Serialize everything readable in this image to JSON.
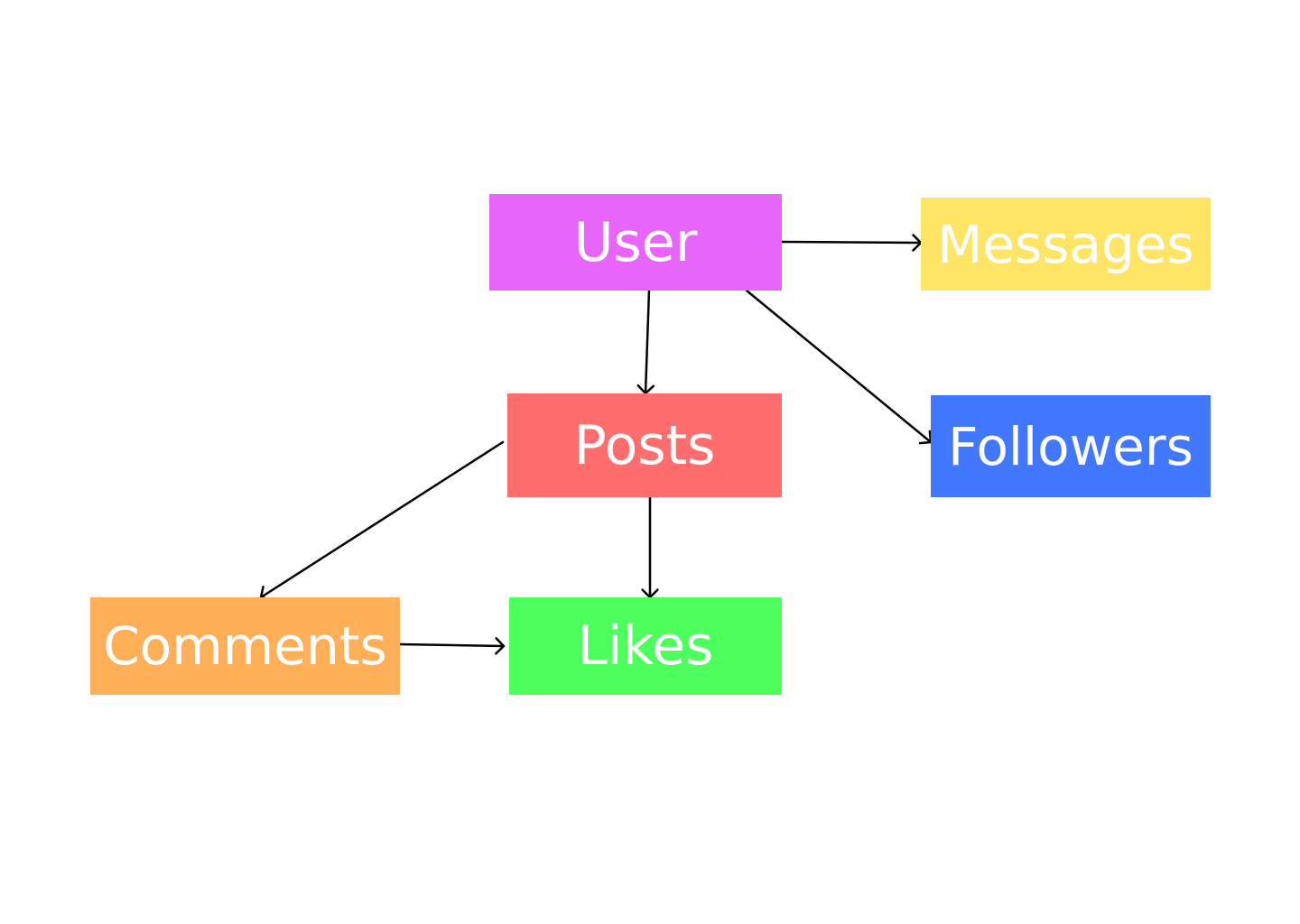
{
  "diagram": {
    "nodes": [
      {
        "id": "user",
        "label": "User",
        "color": "#E865FC"
      },
      {
        "id": "messages",
        "label": "Messages",
        "color": "#FFE566"
      },
      {
        "id": "posts",
        "label": "Posts",
        "color": "#FF6E6E"
      },
      {
        "id": "followers",
        "label": "Followers",
        "color": "#4278FF"
      },
      {
        "id": "comments",
        "label": "Comments",
        "color": "#FFAF57"
      },
      {
        "id": "likes",
        "label": "Likes",
        "color": "#4CFF5C"
      }
    ],
    "edges": [
      {
        "from": "user",
        "to": "messages"
      },
      {
        "from": "user",
        "to": "posts"
      },
      {
        "from": "user",
        "to": "followers"
      },
      {
        "from": "posts",
        "to": "comments"
      },
      {
        "from": "posts",
        "to": "likes"
      },
      {
        "from": "comments",
        "to": "likes"
      }
    ],
    "edge_color": "#000000"
  }
}
